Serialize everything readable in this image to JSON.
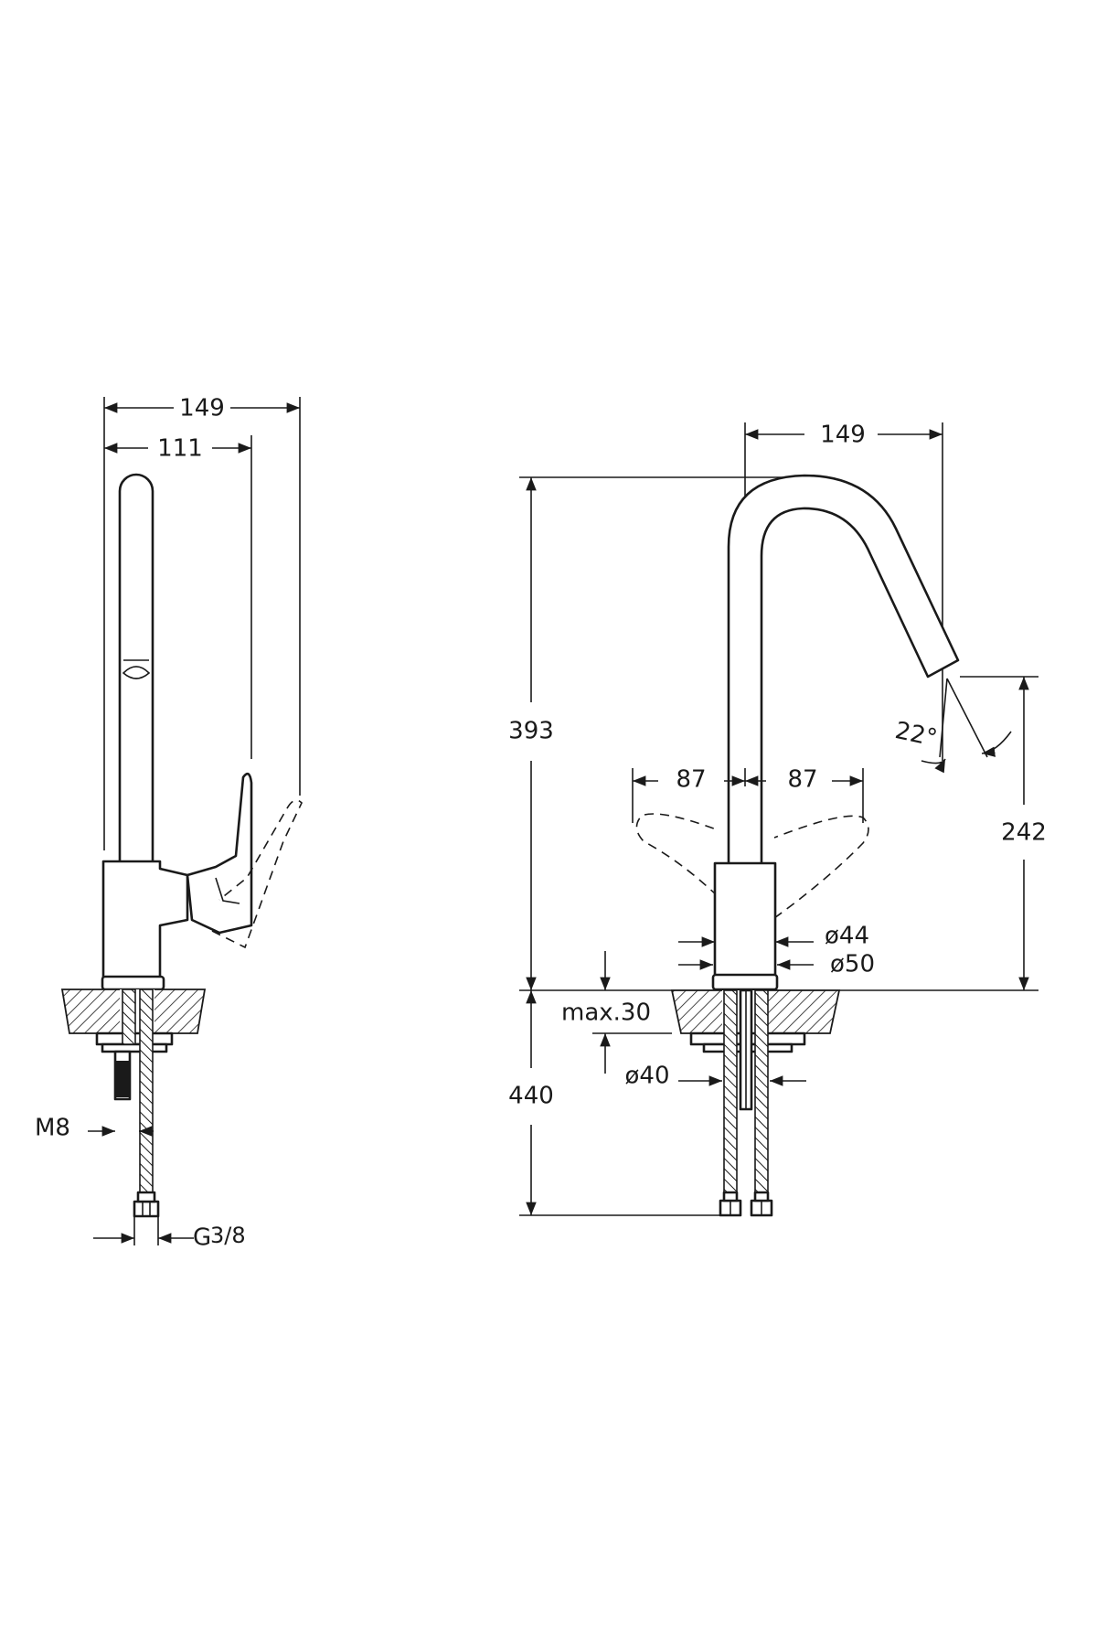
{
  "side_view": {
    "overall_depth": "149",
    "spout_depth": "111",
    "mounting_thread": "M8",
    "connection_thread": "G",
    "connection_thread_fraction": "3/8"
  },
  "front_view": {
    "spout_reach": "149",
    "total_height": "393",
    "outlet_height": "242",
    "spout_angle": "22°",
    "lever_swing_left": "87",
    "lever_swing_right": "87",
    "body_diameter": "ø44",
    "base_diameter": "ø50",
    "max_counter_thickness": "max.30",
    "hole_diameter": "ø40",
    "hose_length": "440"
  },
  "colors": {
    "line": "#1a1a1a",
    "background": "#ffffff"
  }
}
